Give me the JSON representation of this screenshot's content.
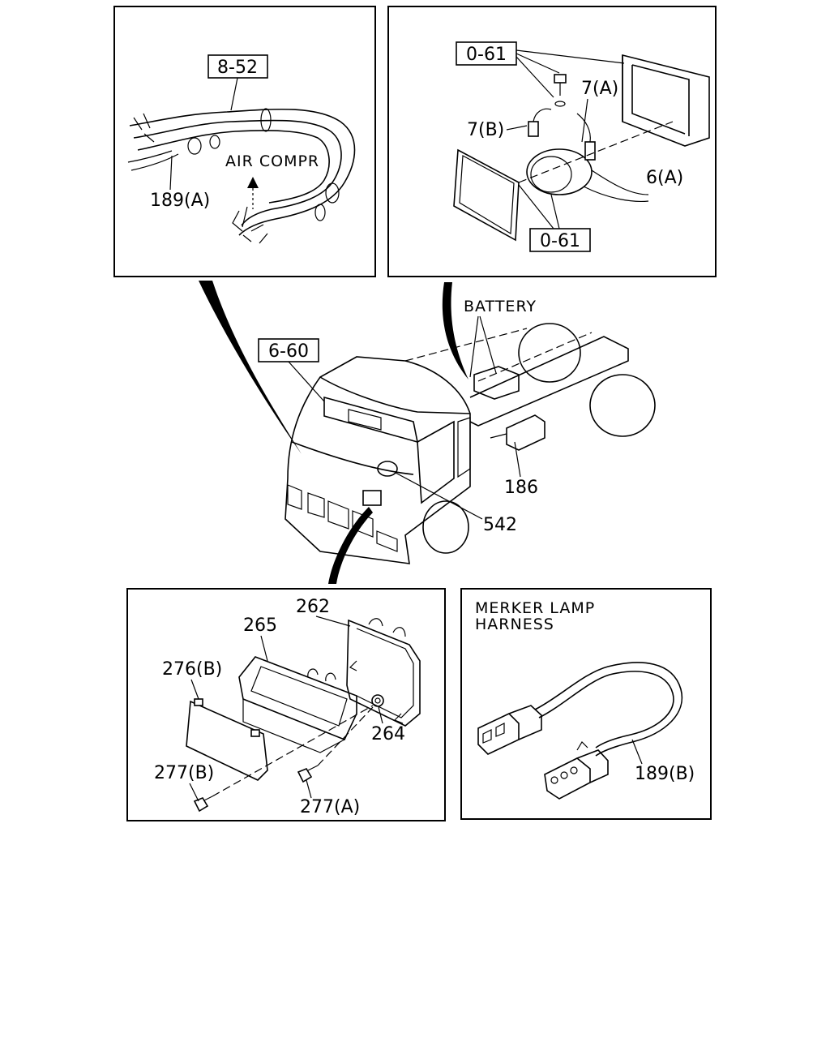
{
  "panels": {
    "top_left": {
      "ref_box": "8-52",
      "label_air_compr": "AIR COMPR",
      "label_harness": "189(A)"
    },
    "top_right": {
      "ref_box_top": "0-61",
      "ref_box_bottom": "0-61",
      "label_7a": "7(A)",
      "label_7b": "7(B)",
      "label_6a": "6(A)"
    },
    "bottom_left": {
      "label_262": "262",
      "label_265": "265",
      "label_276b": "276(B)",
      "label_264": "264",
      "label_277b": "277(B)",
      "label_277a": "277(A)"
    },
    "bottom_right": {
      "title_line1": "MERKER LAMP",
      "title_line2": "HARNESS",
      "label_189b": "189(B)"
    }
  },
  "truck": {
    "ref_box": "6-60",
    "label_battery": "BATTERY",
    "label_186": "186",
    "label_542": "542"
  }
}
